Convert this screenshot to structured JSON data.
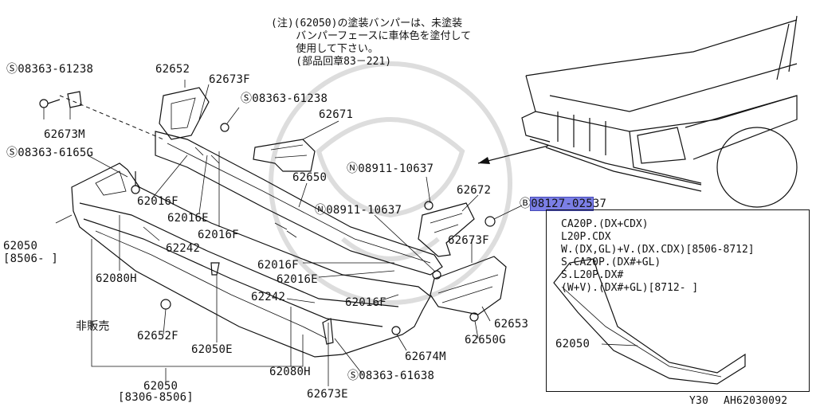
{
  "note": {
    "lines": [
      "(注)(62050)の塗装バンパーは、未塗装",
      "    バンパーフェースに車体色を塗付して",
      "    使用して下さい。",
      "    (部品回章83－221)"
    ]
  },
  "parts": {
    "bolt_61238_left": "Ⓢ08363-61238",
    "p62652": "62652",
    "p62673F_top": "62673F",
    "bolt_61238_right": "Ⓢ08363-61238",
    "p62671": "62671",
    "p62673M": "62673M",
    "bolt_6165G": "Ⓢ08363-6165G",
    "p62650": "62650",
    "nut_10637_upper": "Ⓝ08911-10637",
    "p62672": "62672",
    "bolt_02537_prefix": "Ⓑ",
    "bolt_02537_hl": "08127-025",
    "bolt_02537_suffix": "37",
    "p62016F_a": "62016F",
    "p62016E_a": "62016E",
    "p62016F_b": "62016F",
    "nut_10637_lower": "Ⓝ08911-10637",
    "p62673F_right": "62673F",
    "p62050_left": "62050",
    "p62050_left_range": "[8506-    ]",
    "p62242_a": "62242",
    "p62080H_a": "62080H",
    "p62016F_c": "62016F",
    "p62016E_b": "62016E",
    "p62016F_d": "62016F",
    "p62242_b": "62242",
    "not_for_sale": "非販売",
    "p62652F": "62652F",
    "p62050E": "62050E",
    "p62653": "62653",
    "p62650G": "62650G",
    "p62674M": "62674M",
    "p62080H_b": "62080H",
    "bolt_61638": "Ⓢ08363-61638",
    "p62050_bottom": "62050",
    "p62050_bottom_range": "[8306-8506]",
    "p62673E": "62673E"
  },
  "inset": {
    "lines": [
      "CA20P.(DX+CDX)",
      "L20P.CDX",
      "W.(DX,GL)+V.(DX.CDX)[8506-8712]",
      "      S.CA20P.(DX#+GL)",
      "      S.L20P.DX#",
      "      (W+V).(DX#+GL)[8712-  ]"
    ],
    "part": "62050"
  },
  "footer": {
    "model": "Y30",
    "code": "AH62030092"
  }
}
